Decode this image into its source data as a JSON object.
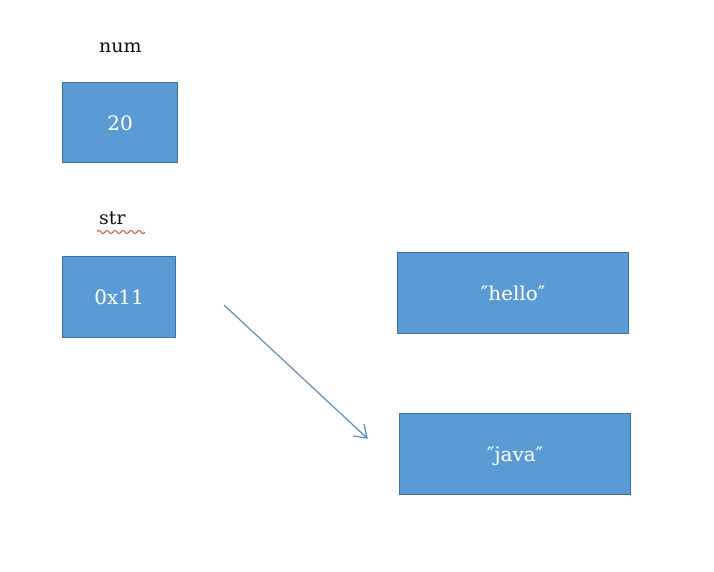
{
  "variables": [
    {
      "name": "num",
      "value": "20"
    },
    {
      "name": "str",
      "value": "0x11"
    }
  ],
  "heap": [
    {
      "value": "″hello″"
    },
    {
      "value": "″java″"
    }
  ],
  "colors": {
    "box_fill": "#5b9bd5",
    "box_border": "#41719c",
    "arrow": "#5b87b8",
    "spell_underline": "#d9534f"
  }
}
